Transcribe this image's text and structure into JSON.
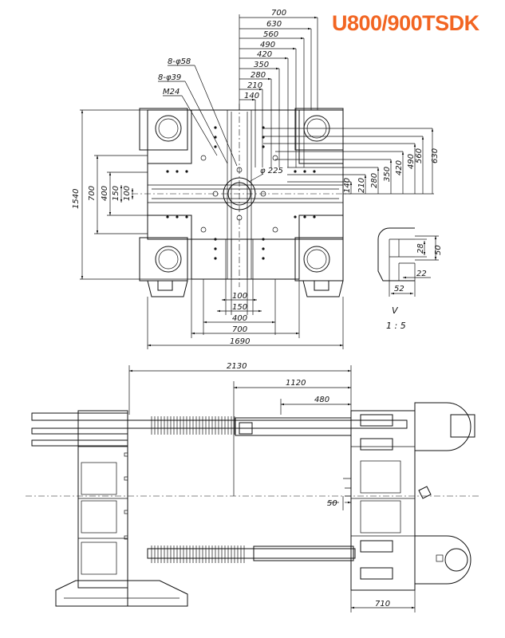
{
  "title": "U800/900TSDK",
  "front_view": {
    "top_dims": [
      "700",
      "630",
      "560",
      "490",
      "420",
      "350",
      "280",
      "210",
      "140"
    ],
    "hole_notes": [
      "8-φ58",
      "8-φ39",
      "M24"
    ],
    "center_dia": "φ 225",
    "left_dims": [
      "1540",
      "700",
      "400",
      "150",
      "100"
    ],
    "right_dims": [
      "140",
      "210",
      "280",
      "350",
      "420",
      "490",
      "560",
      "630"
    ],
    "bottom_dims": [
      "100",
      "150",
      "400",
      "700",
      "1690"
    ]
  },
  "detail_v": {
    "dims": [
      "28",
      "50",
      "52",
      "22"
    ],
    "label": "V",
    "scale": "1 : 5"
  },
  "side_view": {
    "dims": [
      "2130",
      "1120",
      "480",
      "50",
      "710"
    ]
  }
}
